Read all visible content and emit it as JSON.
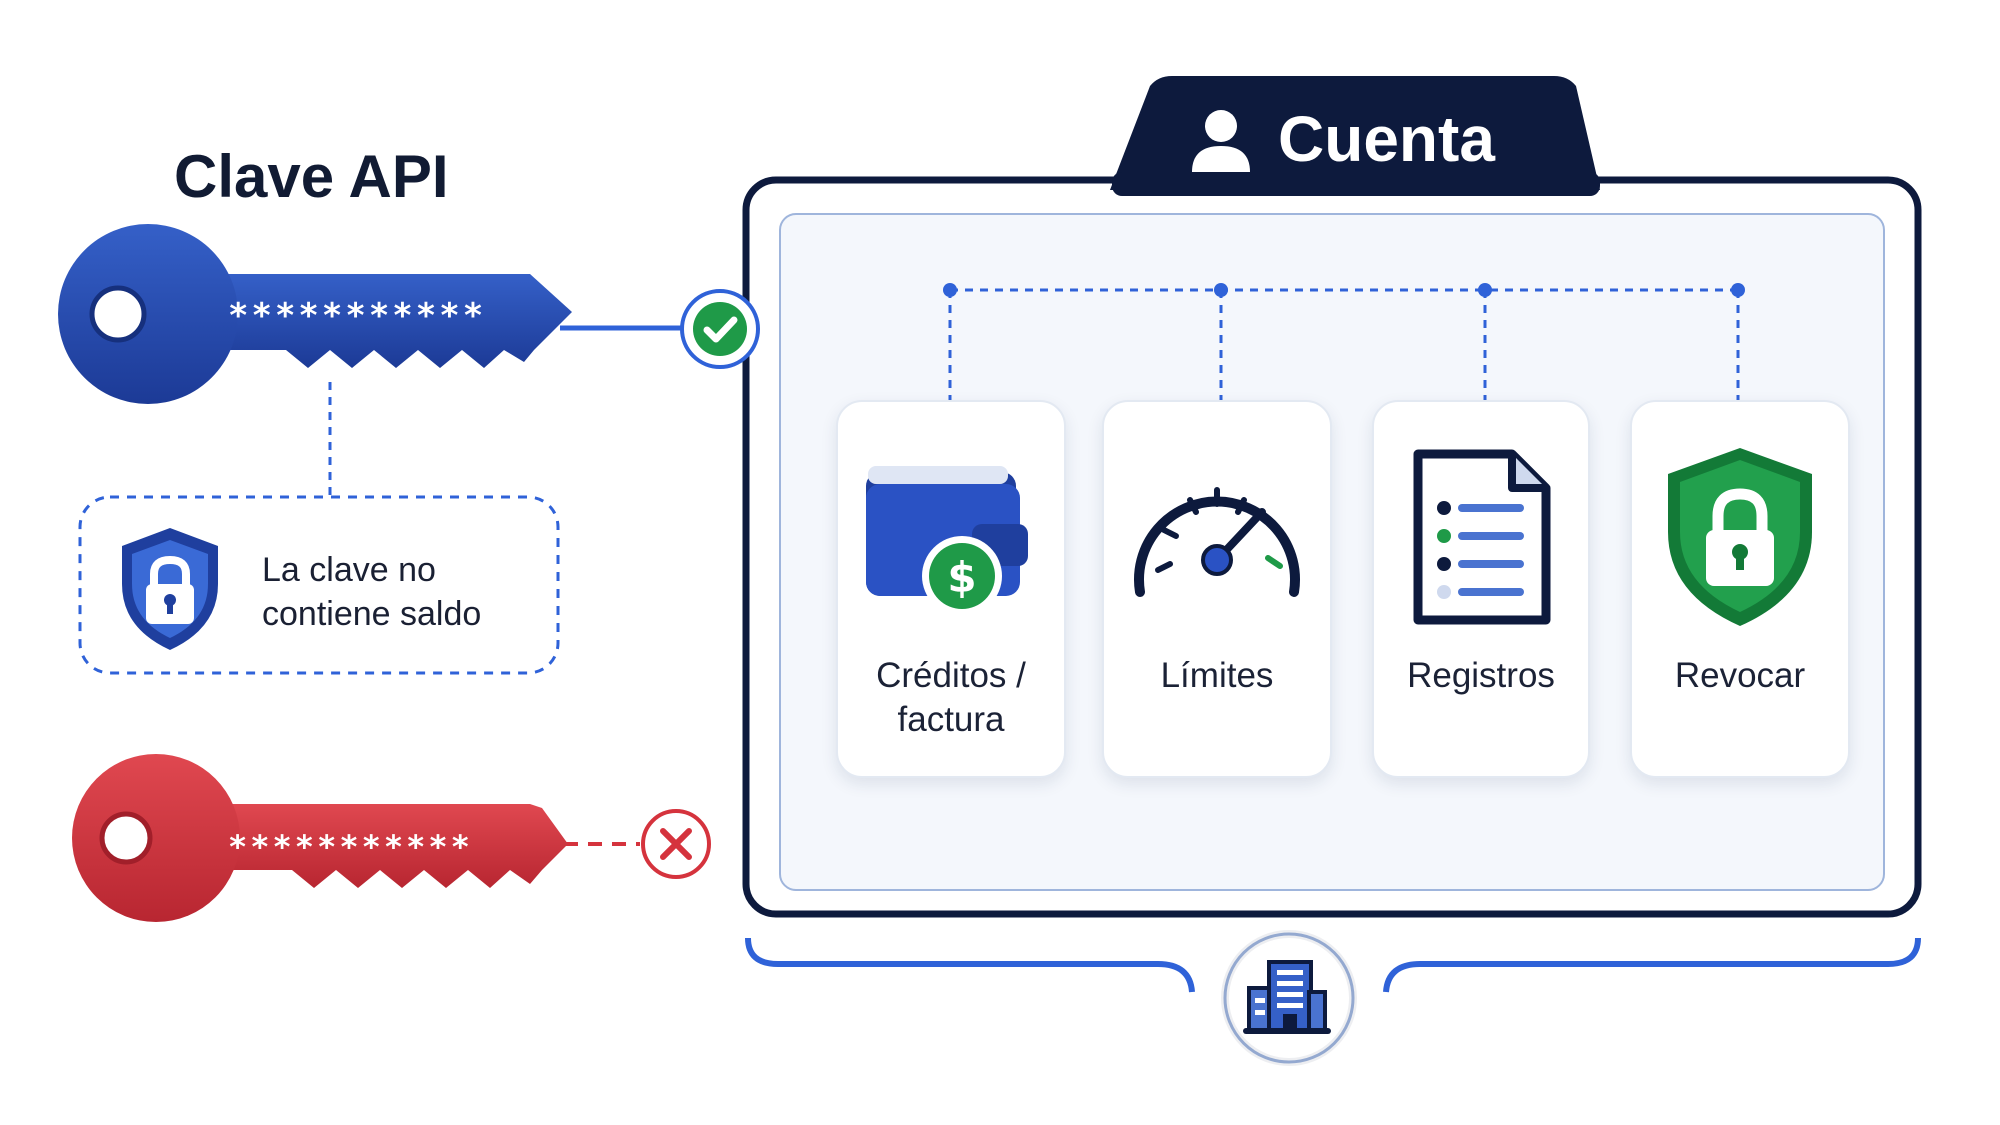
{
  "key": {
    "title": "Clave API",
    "masked_value": "***********",
    "status_icon": "check-circle-icon"
  },
  "note": {
    "line1": "La clave no",
    "line2": "contiene saldo",
    "icon": "shield-lock-icon"
  },
  "revoked_key": {
    "masked_value": "***********",
    "status_icon": "x-circle-icon"
  },
  "account": {
    "title": "Cuenta",
    "icon": "user-icon",
    "items": [
      {
        "label_line1": "Créditos /",
        "label_line2": "factura",
        "icon": "wallet-dollar-icon"
      },
      {
        "label_line1": "Límites",
        "label_line2": "",
        "icon": "gauge-icon"
      },
      {
        "label_line1": "Registros",
        "label_line2": "",
        "icon": "document-list-icon"
      },
      {
        "label_line1": "Revocar",
        "label_line2": "",
        "icon": "shield-lock-icon"
      }
    ],
    "footer_icon": "building-icon"
  },
  "colors": {
    "blue": "#2545a8",
    "red": "#d5333d",
    "green": "#1f9a48",
    "navy": "#0d1a3d",
    "accent": "#2f62d8"
  }
}
